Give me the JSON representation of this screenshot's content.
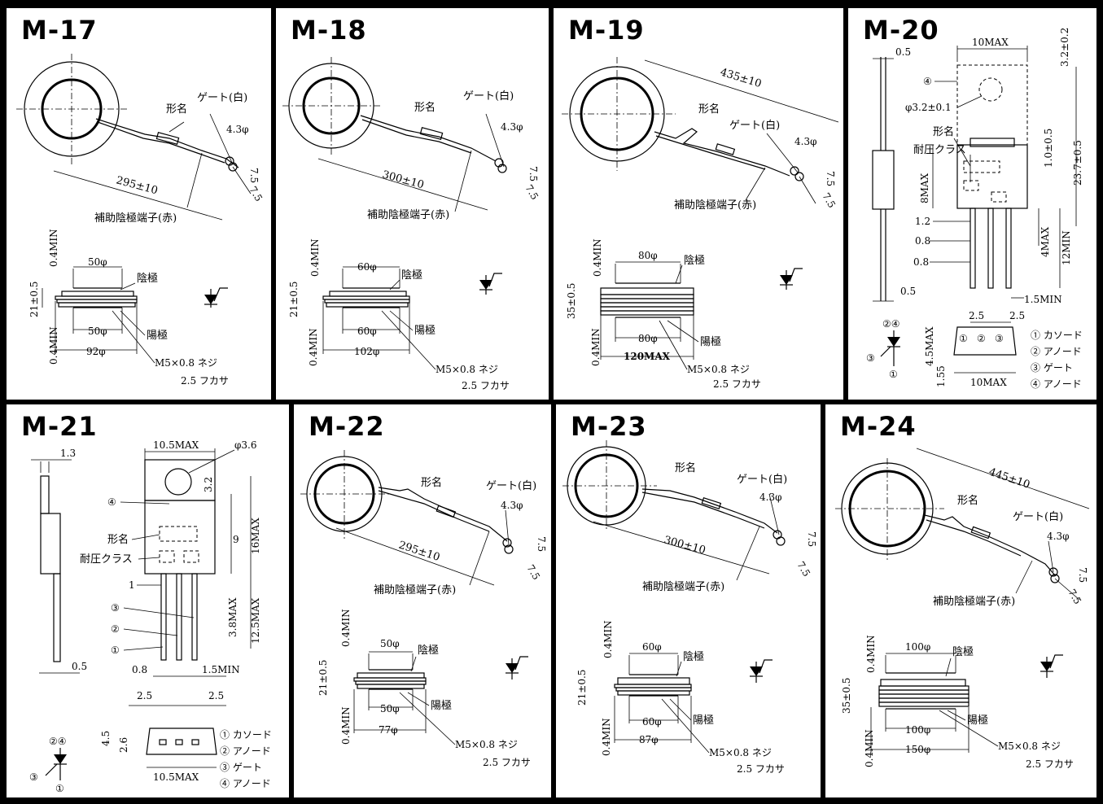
{
  "panels": {
    "m17": {
      "title": "M-17",
      "labels": {
        "type_name": "形名",
        "gate": "ゲート(白)",
        "hole": "4.3φ",
        "length": "295±10",
        "aux": "補助陰極端子(赤)",
        "a75": "7.5",
        "b75": "7.5"
      },
      "side": {
        "top_dia": "50φ",
        "bottom_dia": "50φ",
        "outer_dia": "92φ",
        "height": "21±0.5",
        "min_top": "0.4MIN",
        "min_bot": "0.4MIN",
        "cathode": "陰極",
        "anode": "陽極",
        "screw": "M5×0.8 ネジ",
        "depth": "2.5 フカサ"
      }
    },
    "m18": {
      "title": "M-18",
      "labels": {
        "type_name": "形名",
        "gate": "ゲート(白)",
        "hole": "4.3φ",
        "length": "300±10",
        "aux": "補助陰極端子(赤)",
        "a75": "7.5",
        "b75": "7.5"
      },
      "side": {
        "top_dia": "60φ",
        "bottom_dia": "60φ",
        "outer_dia": "102φ",
        "height": "21±0.5",
        "min_top": "0.4MIN",
        "min_bot": "0.4MIN",
        "cathode": "陰極",
        "anode": "陽極",
        "screw": "M5×0.8 ネジ",
        "depth": "2.5 フカサ"
      }
    },
    "m19": {
      "title": "M-19",
      "labels": {
        "type_name": "形名",
        "gate": "ゲート(白)",
        "hole": "4.3φ",
        "length": "435±10",
        "aux": "補助陰極端子(赤)",
        "a75": "7.5",
        "b75": "7.5"
      },
      "side": {
        "top_dia": "80φ",
        "bottom_dia": "80φ",
        "outer_dia": "120MAX",
        "height": "35±0.5",
        "min_top": "0.4MIN",
        "min_bot": "0.4MIN",
        "cathode": "陰極",
        "anode": "陽極",
        "screw": "M5×0.8 ネジ",
        "depth": "2.5 フカサ"
      }
    },
    "m20": {
      "title": "M-20",
      "labels": {
        "w_top": "10MAX",
        "h_top": "3.2±0.2",
        "lead_t": "0.5",
        "lead_t2": "0.5",
        "n4": "④",
        "hole": "φ3.2±0.1",
        "type_name": "形名",
        "voltage": "耐圧クラス",
        "d10": "1.0±0.5",
        "d237": "23.7±0.5",
        "body_h": "8MAX",
        "d12": "1.2",
        "d08a": "0.8",
        "d08b": "0.8",
        "d4max": "4MAX",
        "d12min": "12MIN",
        "d15min": "1.5MIN",
        "p25a": "2.5",
        "p25b": "2.5",
        "h45": "4.5MAX",
        "h155": "1.55",
        "w_bot": "10MAX",
        "pin1": "① カソード",
        "pin2": "② アノード",
        "pin3": "③ ゲート",
        "pin4": "④ アノード",
        "sym24": "②④",
        "sym3": "③",
        "sym1": "①",
        "b1": "①",
        "b2": "②",
        "b3": "③"
      }
    },
    "m21": {
      "title": "M-21",
      "labels": {
        "t13": "1.3",
        "w_top": "10.5MAX",
        "hole": "φ3.6",
        "n4": "④",
        "d32": "3.2",
        "d9": "9",
        "d16": "16MAX",
        "type_name": "形名",
        "voltage": "耐圧クラス",
        "d1": "1",
        "n3": "③",
        "n2": "②",
        "n1": "①",
        "d38": "3.8MAX",
        "d125": "12.5MAX",
        "t05": "0.5",
        "d08": "0.8",
        "d15min": "1.5MIN",
        "p25a": "2.5",
        "p25b": "2.5",
        "h45": "4.5",
        "h26": "2.6",
        "w_bot": "10.5MAX",
        "pin1": "① カソード",
        "pin2": "② アノード",
        "pin3": "③ ゲート",
        "pin4": "④ アノード",
        "sym24": "②④",
        "sym3": "③",
        "sym1": "①"
      }
    },
    "m22": {
      "title": "M-22",
      "labels": {
        "type_name": "形名",
        "gate": "ゲート(白)",
        "hole": "4.3φ",
        "length": "295±10",
        "aux": "補助陰極端子(赤)",
        "a75": "7.5",
        "b75": "7.5"
      },
      "side": {
        "top_dia": "50φ",
        "bottom_dia": "50φ",
        "outer_dia": "77φ",
        "height": "21±0.5",
        "min_top": "0.4MIN",
        "min_bot": "0.4MIN",
        "cathode": "陰極",
        "anode": "陽極",
        "screw": "M5×0.8 ネジ",
        "depth": "2.5 フカサ"
      }
    },
    "m23": {
      "title": "M-23",
      "labels": {
        "type_name": "形名",
        "gate": "ゲート(白)",
        "hole": "4.3φ",
        "length": "300±10",
        "aux": "補助陰極端子(赤)",
        "a75": "7.5",
        "b75": "7.5"
      },
      "side": {
        "top_dia": "60φ",
        "bottom_dia": "60φ",
        "outer_dia": "87φ",
        "height": "21±0.5",
        "min_top": "0.4MIN",
        "min_bot": "0.4MIN",
        "cathode": "陰極",
        "anode": "陽極",
        "screw": "M5×0.8 ネジ",
        "depth": "2.5 フカサ"
      }
    },
    "m24": {
      "title": "M-24",
      "labels": {
        "type_name": "形名",
        "gate": "ゲート(白)",
        "hole": "4.3φ",
        "length": "445±10",
        "aux": "補助陰極端子(赤)",
        "a75": "7.5",
        "b75": "7.5"
      },
      "side": {
        "top_dia": "100φ",
        "bottom_dia": "100φ",
        "outer_dia": "150φ",
        "height": "35±0.5",
        "min_top": "0.4MIN",
        "min_bot": "0.4MIN",
        "cathode": "陰極",
        "anode": "陽極",
        "screw": "M5×0.8 ネジ",
        "depth": "2.5 フカサ"
      }
    }
  }
}
